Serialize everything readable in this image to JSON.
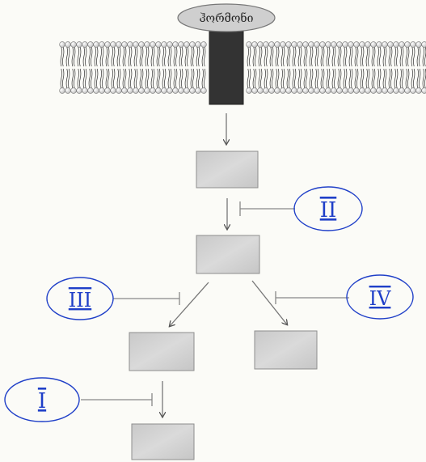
{
  "hormone_label": "ჰორმონი",
  "roman_labels": {
    "I": "I",
    "II": "II",
    "III": "III",
    "IV": "IV"
  },
  "colors": {
    "annotation_ink": "#1f3fc8",
    "receptor": "#333333",
    "membrane_head": "#e8e8e8",
    "box_fill": "#d0d0d0"
  }
}
